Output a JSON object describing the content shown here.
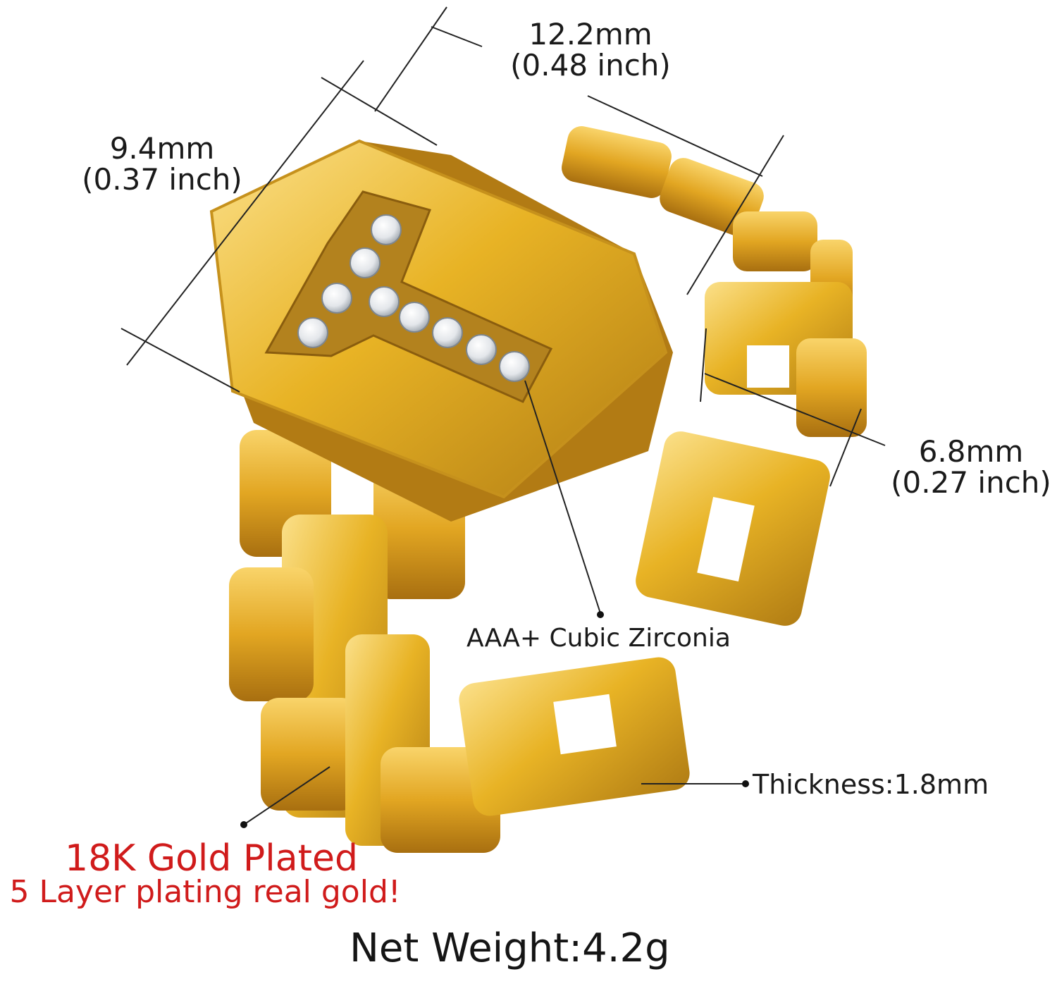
{
  "dimensions": {
    "width": {
      "mm": "12.2mm",
      "inch": "(0.48 inch)"
    },
    "height": {
      "mm": "9.4mm",
      "inch": "(0.37 inch)"
    },
    "band": {
      "mm": "6.8mm",
      "inch": "(0.27 inch)"
    }
  },
  "stone_label": "AAA+ Cubic Zirconia",
  "thickness_label": "Thickness:1.8mm",
  "plating": {
    "title": "18K Gold Plated",
    "subtitle": "5 Layer plating real gold!"
  },
  "net_weight": "Net Weight:4.2g",
  "colors": {
    "gold": "#e8b325",
    "gold_dark": "#a87412",
    "gold_light": "#fbe08a",
    "accent_red": "#d01b1b"
  },
  "icons": [
    "ring-image",
    "initial-t-letter",
    "cubic-zirconia-stone"
  ]
}
